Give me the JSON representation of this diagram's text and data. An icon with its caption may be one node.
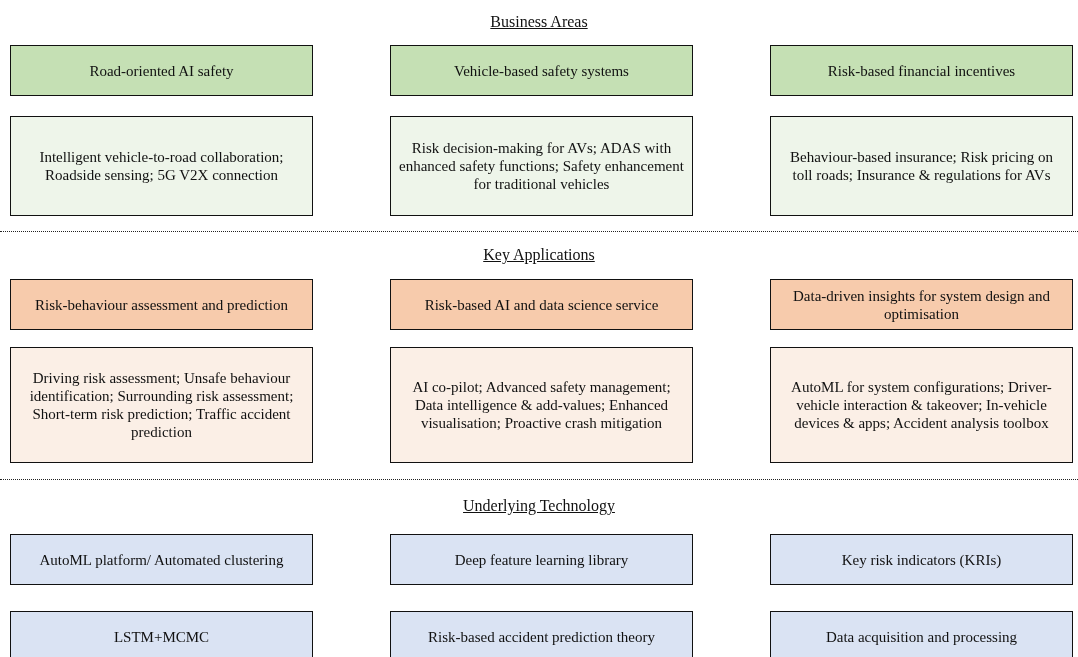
{
  "diagram": {
    "nodes": [
      {
        "text": [
          "Road-oriented AI safety"
        ]
      },
      {
        "text": [
          "Vehicle-based safety systems"
        ]
      },
      {
        "text": [
          "Risk-based financial incentives"
        ]
      },
      {
        "text": [
          "Intelligent vehicle-to-road collaboration; Roadside sensing; 5G V2X connection"
        ]
      },
      {
        "text": [
          "Risk decision-making for AVs; ADAS with enhanced safety functions; Safety enhancement for traditional vehicles"
        ]
      },
      {
        "text": [
          "Behaviour-based insurance; Risk pricing on toll roads; Insurance & regulations for AVs"
        ]
      },
      {
        "text": [
          "Risk-behaviour assessment and prediction"
        ]
      },
      {
        "text": [
          "Risk-based AI and data science service"
        ]
      },
      {
        "text": [
          "Data-driven insights for system design and optimisation"
        ]
      },
      {
        "text": [
          "Driving risk assessment; Unsafe behaviour identification; Surrounding risk assessment; Short-term risk prediction; Traffic accident prediction"
        ]
      },
      {
        "text": [
          "AI co-pilot; Advanced safety management; Data intelligence & add-values; Enhanced visualisation; Proactive crash mitigation"
        ]
      },
      {
        "text": [
          "AutoML for system configurations; Driver-vehicle interaction & takeover; In-vehicle devices & apps; Accident analysis toolbox"
        ]
      },
      {
        "text": [
          "AutoML platform/ Automated clustering"
        ]
      },
      {
        "text": [
          "Deep feature learning library"
        ]
      },
      {
        "text": [
          "Key risk indicators (KRIs)"
        ]
      },
      {
        "text": [
          "LSTM+MCMC"
        ]
      },
      {
        "text": [
          "Risk-based accident prediction theory"
        ]
      },
      {
        "text": [
          "Data acquisition and processing"
        ]
      }
    ],
    "labels": [
      "Business Areas",
      "Key Applications",
      "Underlying Technology"
    ]
  }
}
